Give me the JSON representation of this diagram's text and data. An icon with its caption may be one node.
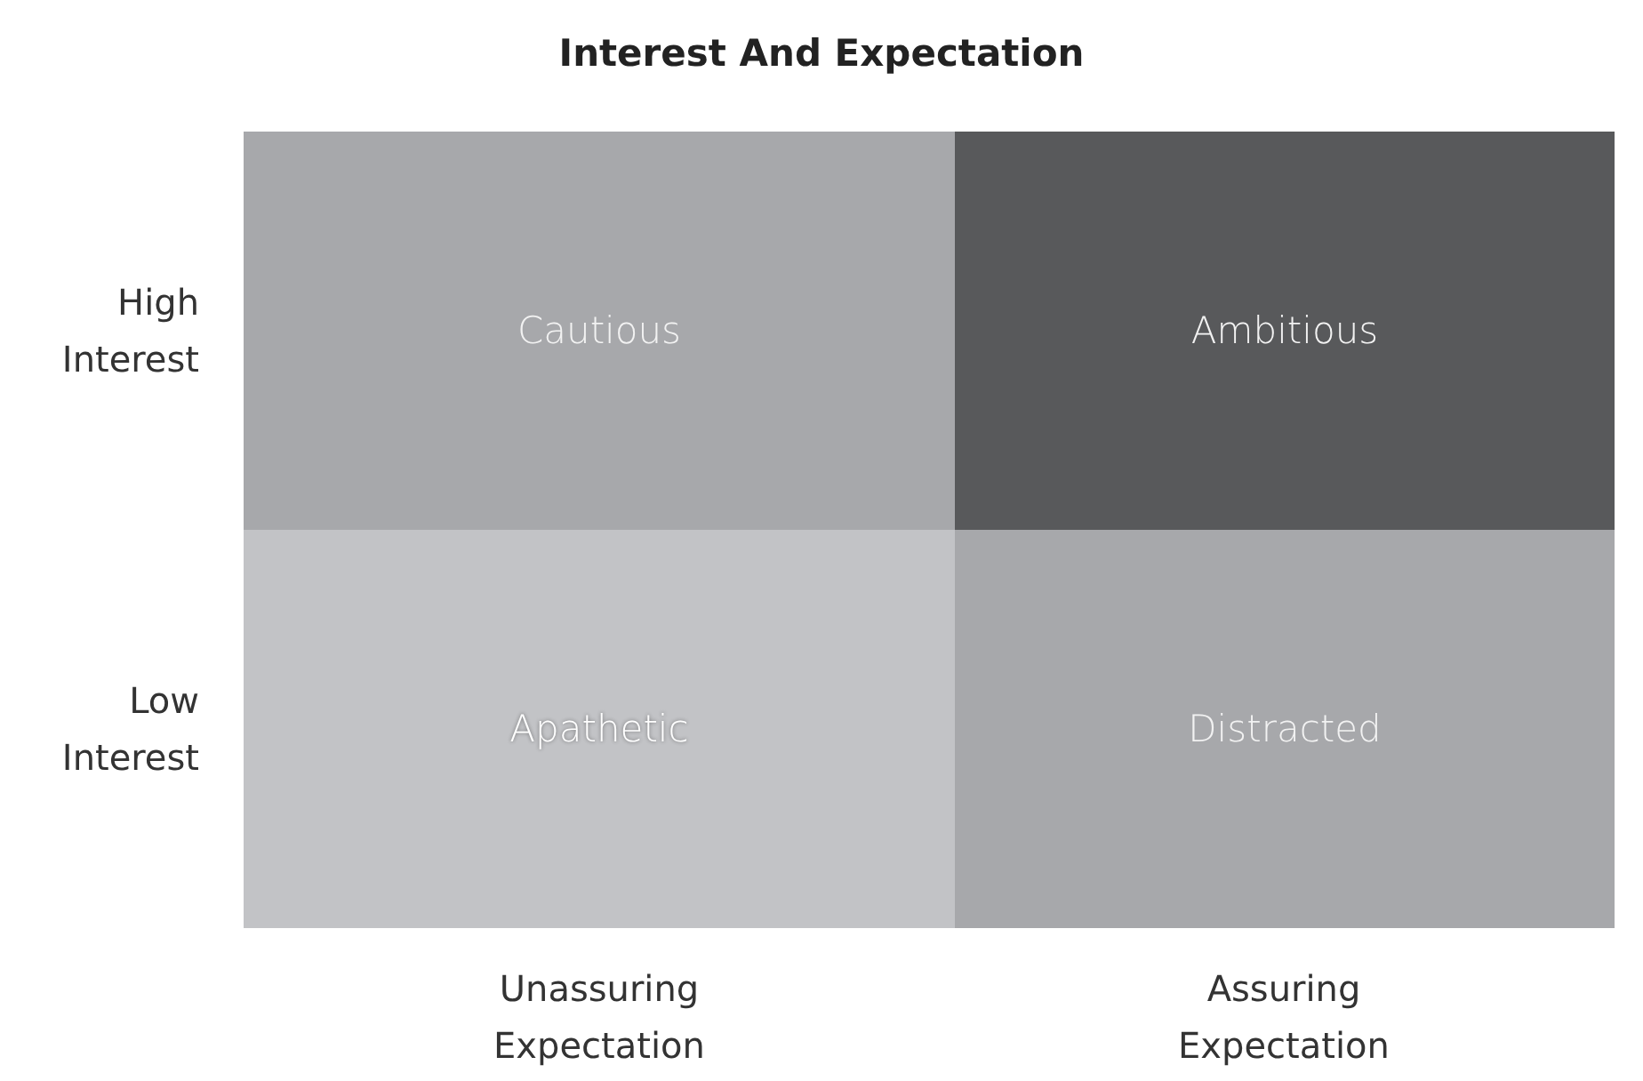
{
  "diagram": {
    "title": "Interest And Expectation",
    "nodes": [
      {
        "text": [
          "Cautious"
        ]
      },
      {
        "text": [
          "Ambitious"
        ]
      },
      {
        "text": [
          "Apathetic"
        ]
      },
      {
        "text": [
          "Distracted"
        ]
      }
    ],
    "labels": [
      "High Interest",
      "Low Interest",
      "Unassuring Expectation",
      "Assuring Expectation"
    ]
  }
}
